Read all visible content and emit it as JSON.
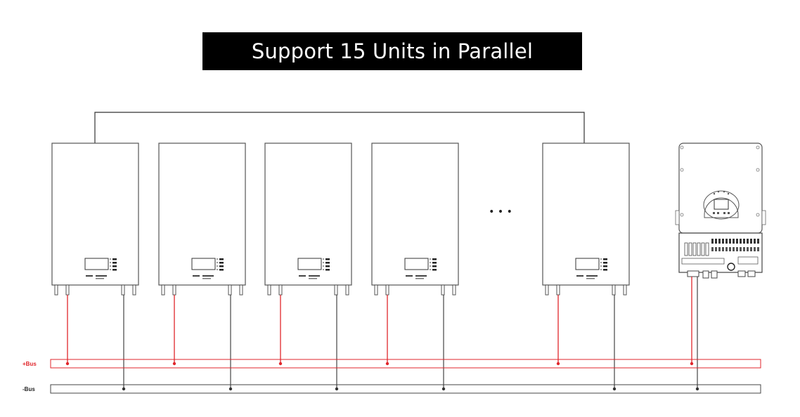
{
  "title": "Support 15 Units in Parallel",
  "bus_labels": {
    "positive": "+Bus",
    "negative": "-Bus"
  },
  "colors": {
    "positive_bus": "#e0262b",
    "negative_bus": "#333333",
    "outline": "#555555",
    "banner": "#000000"
  },
  "ellipsis": "• • •",
  "battery_count_shown": 5,
  "inverter_count_shown": 1
}
